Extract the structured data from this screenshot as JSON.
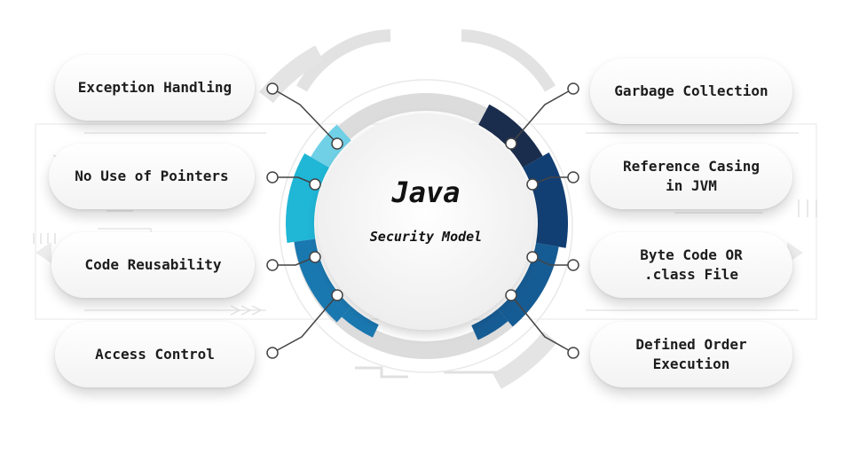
{
  "center": {
    "title": "Java",
    "subtitle": "Security Model"
  },
  "left_items": [
    {
      "label": "Exception Handling"
    },
    {
      "label": "No Use of Pointers"
    },
    {
      "label": "Code Reusability"
    },
    {
      "label": "Access Control"
    }
  ],
  "right_items": [
    {
      "label": "Garbage Collection"
    },
    {
      "label": "Reference Casing\nin JVM"
    },
    {
      "label": "Byte Code OR\n.class File"
    },
    {
      "label": "Defined Order\nExecution"
    }
  ],
  "colors": {
    "cyan_light": "#6fd0e6",
    "cyan": "#20b6d6",
    "blue": "#1a78b0",
    "navy_dark": "#1b2d4d",
    "navy": "#123f73",
    "blue_mid": "#165c94"
  }
}
